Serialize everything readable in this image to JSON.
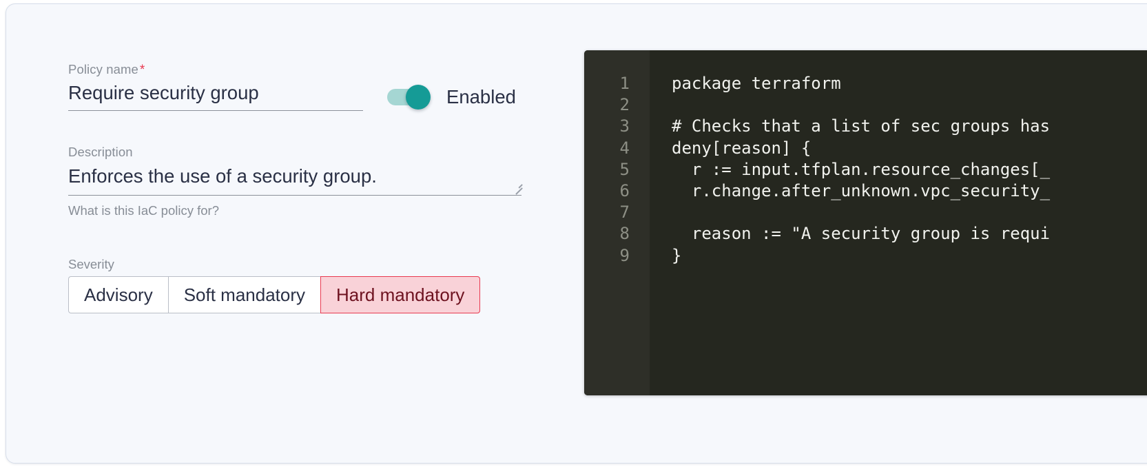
{
  "form": {
    "policy_name": {
      "label": "Policy name",
      "required_marker": "*",
      "value": "Require security group",
      "placeholder": ""
    },
    "description": {
      "label": "Description",
      "value": "Enforces the use of a security group.",
      "placeholder": "",
      "helper": "What is this IaC policy for?"
    },
    "toggle": {
      "label": "Enabled",
      "state": "on",
      "track_color": "#a5d6d3",
      "knob_color": "#159b96"
    },
    "severity": {
      "label": "Severity",
      "options": [
        {
          "label": "Advisory",
          "selected": false
        },
        {
          "label": "Soft mandatory",
          "selected": false
        },
        {
          "label": "Hard mandatory",
          "selected": true
        }
      ],
      "selected_bg": "#f9d2d8",
      "selected_border": "#e8384f",
      "selected_text": "#6e1220"
    }
  },
  "editor": {
    "language": "rego",
    "background": "#25271f",
    "gutter_background": "#2e2f28",
    "line_number_color": "#8d8f85",
    "text_color": "#f1f2ee",
    "line_numbers": [
      "1",
      "2",
      "3",
      "4",
      "5",
      "6",
      "7",
      "8",
      "9"
    ],
    "lines": [
      "package terraform",
      "",
      "# Checks that a list of sec groups has",
      "deny[reason] {",
      "  r := input.tfplan.resource_changes[_",
      "  r.change.after_unknown.vpc_security_",
      "",
      "  reason := \"A security group is requi",
      "}"
    ]
  },
  "theme": {
    "page_background": "#ffffff",
    "card_background": "#f6f8fc",
    "card_border": "#d7deea",
    "label_color": "#878d96",
    "value_color": "#2a3045",
    "underline_color": "#8b9099",
    "required_star_color": "#e8384f"
  }
}
